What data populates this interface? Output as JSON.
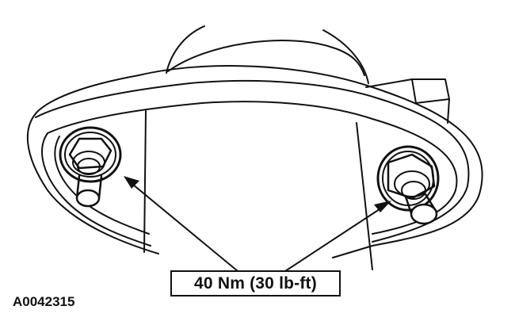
{
  "diagram": {
    "type": "technical-illustration",
    "subject": "strut mount with two bolts/nuts",
    "callout": {
      "label": "40 Nm (30 lb-ft)",
      "targets": [
        "left-nut",
        "right-nut"
      ]
    },
    "figure_id": "A0042315",
    "colors": {
      "line": "#111111",
      "background": "#ffffff"
    }
  }
}
